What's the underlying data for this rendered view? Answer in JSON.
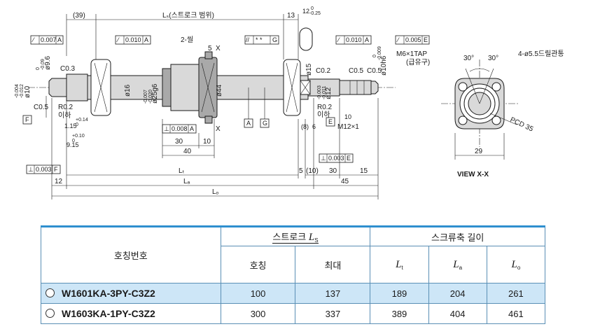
{
  "drawing": {
    "dims": {
      "d39": "(39)",
      "ls_stroke": "Lₛ(스트로크 범위)",
      "d13": "13",
      "d12": "12",
      "d12_tol": "0\n-0.25",
      "d5": "5",
      "d30": "30",
      "d10a": "10",
      "d40": "40",
      "d8": "(8)",
      "d6": "6",
      "d10b": "10",
      "d5b": "5",
      "d10paren": "(10)",
      "d30b": "30",
      "d15": "15",
      "d12b": "12",
      "d45": "45",
      "d29": "29",
      "lt": "Lₜ",
      "la": "Lₐ",
      "lo": "Lₒ",
      "d115": "1.15",
      "d915": "9.15",
      "tol_115": "+0.14\n0",
      "tol_915": "+0.10\n0"
    },
    "diameters": {
      "d96": "ø9.6",
      "d96_tol": "0\n-0.09",
      "d10": "ø10",
      "d10_tol": "-0.004\n-0.012",
      "d16": "ø16",
      "d25": "ø25g6",
      "d25_tol": "-0.007\n-0.020",
      "d44": "ø44",
      "d15": "ø15",
      "d12": "ø12",
      "d12_tol": "-0.003\n-0.011",
      "d10h6": "ø10h6",
      "d10h6_tol": "0\n-0.009"
    },
    "labels": {
      "c03": "C0.3",
      "c05a": "C0.5",
      "r02a": "R0.2",
      "ige_a": "이하",
      "ige_b": "이하",
      "r02b": "R0.2",
      "c02": "C0.2",
      "c05b": "C0.5",
      "c05c": "C0.5",
      "seal": "2-씰",
      "m12": "M12×1",
      "x_top": "X",
      "x_bot": "X",
      "datum_a": "A",
      "datum_g": "G",
      "datum_e": "E",
      "datum_f": "F"
    },
    "frames": {
      "f1": {
        "sym": "⁄",
        "val": "0.007",
        "ref": "A"
      },
      "f2": {
        "sym": "⁄",
        "val": "0.010",
        "ref": "A"
      },
      "f3": {
        "sym": "//",
        "val": "* *",
        "ref": "G"
      },
      "f4": {
        "sym": "⁄",
        "val": "0.010",
        "ref": "A"
      },
      "f5": {
        "sym": "⁄",
        "val": "0.005",
        "ref": "E"
      },
      "f6": {
        "sym": "⊥",
        "val": "0.008",
        "ref": "A"
      },
      "f7": {
        "sym": "⊥",
        "val": "0.003",
        "ref": "E"
      },
      "f8": {
        "sym": "⊥",
        "val": "0.003",
        "ref": "F"
      }
    },
    "view": {
      "title": "VIEW X-X",
      "tap": "M6×1TAP",
      "tap_sub": "(급유구)",
      "holes": "4-ø5.5드릴관통",
      "pcd": "PCD 35",
      "angle1": "30°",
      "angle2": "30°"
    }
  },
  "table": {
    "col_part": "호칭번호",
    "col_stroke": "스트로크",
    "col_stroke_sym": "L",
    "col_stroke_sub": "S",
    "col_nominal": "호칭",
    "col_max": "최대",
    "col_length": "스크류축 길이",
    "col_lt": "L",
    "col_lt_sub": "t",
    "col_la": "L",
    "col_la_sub": "a",
    "col_lo": "L",
    "col_lo_sub": "o",
    "rows": [
      {
        "part": "W1601KA-3PY-C3Z2",
        "nominal": "100",
        "max": "137",
        "lt": "189",
        "la": "204",
        "lo": "261"
      },
      {
        "part": "W1603KA-1PY-C3Z2",
        "nominal": "300",
        "max": "337",
        "lt": "389",
        "la": "404",
        "lo": "461"
      }
    ]
  }
}
